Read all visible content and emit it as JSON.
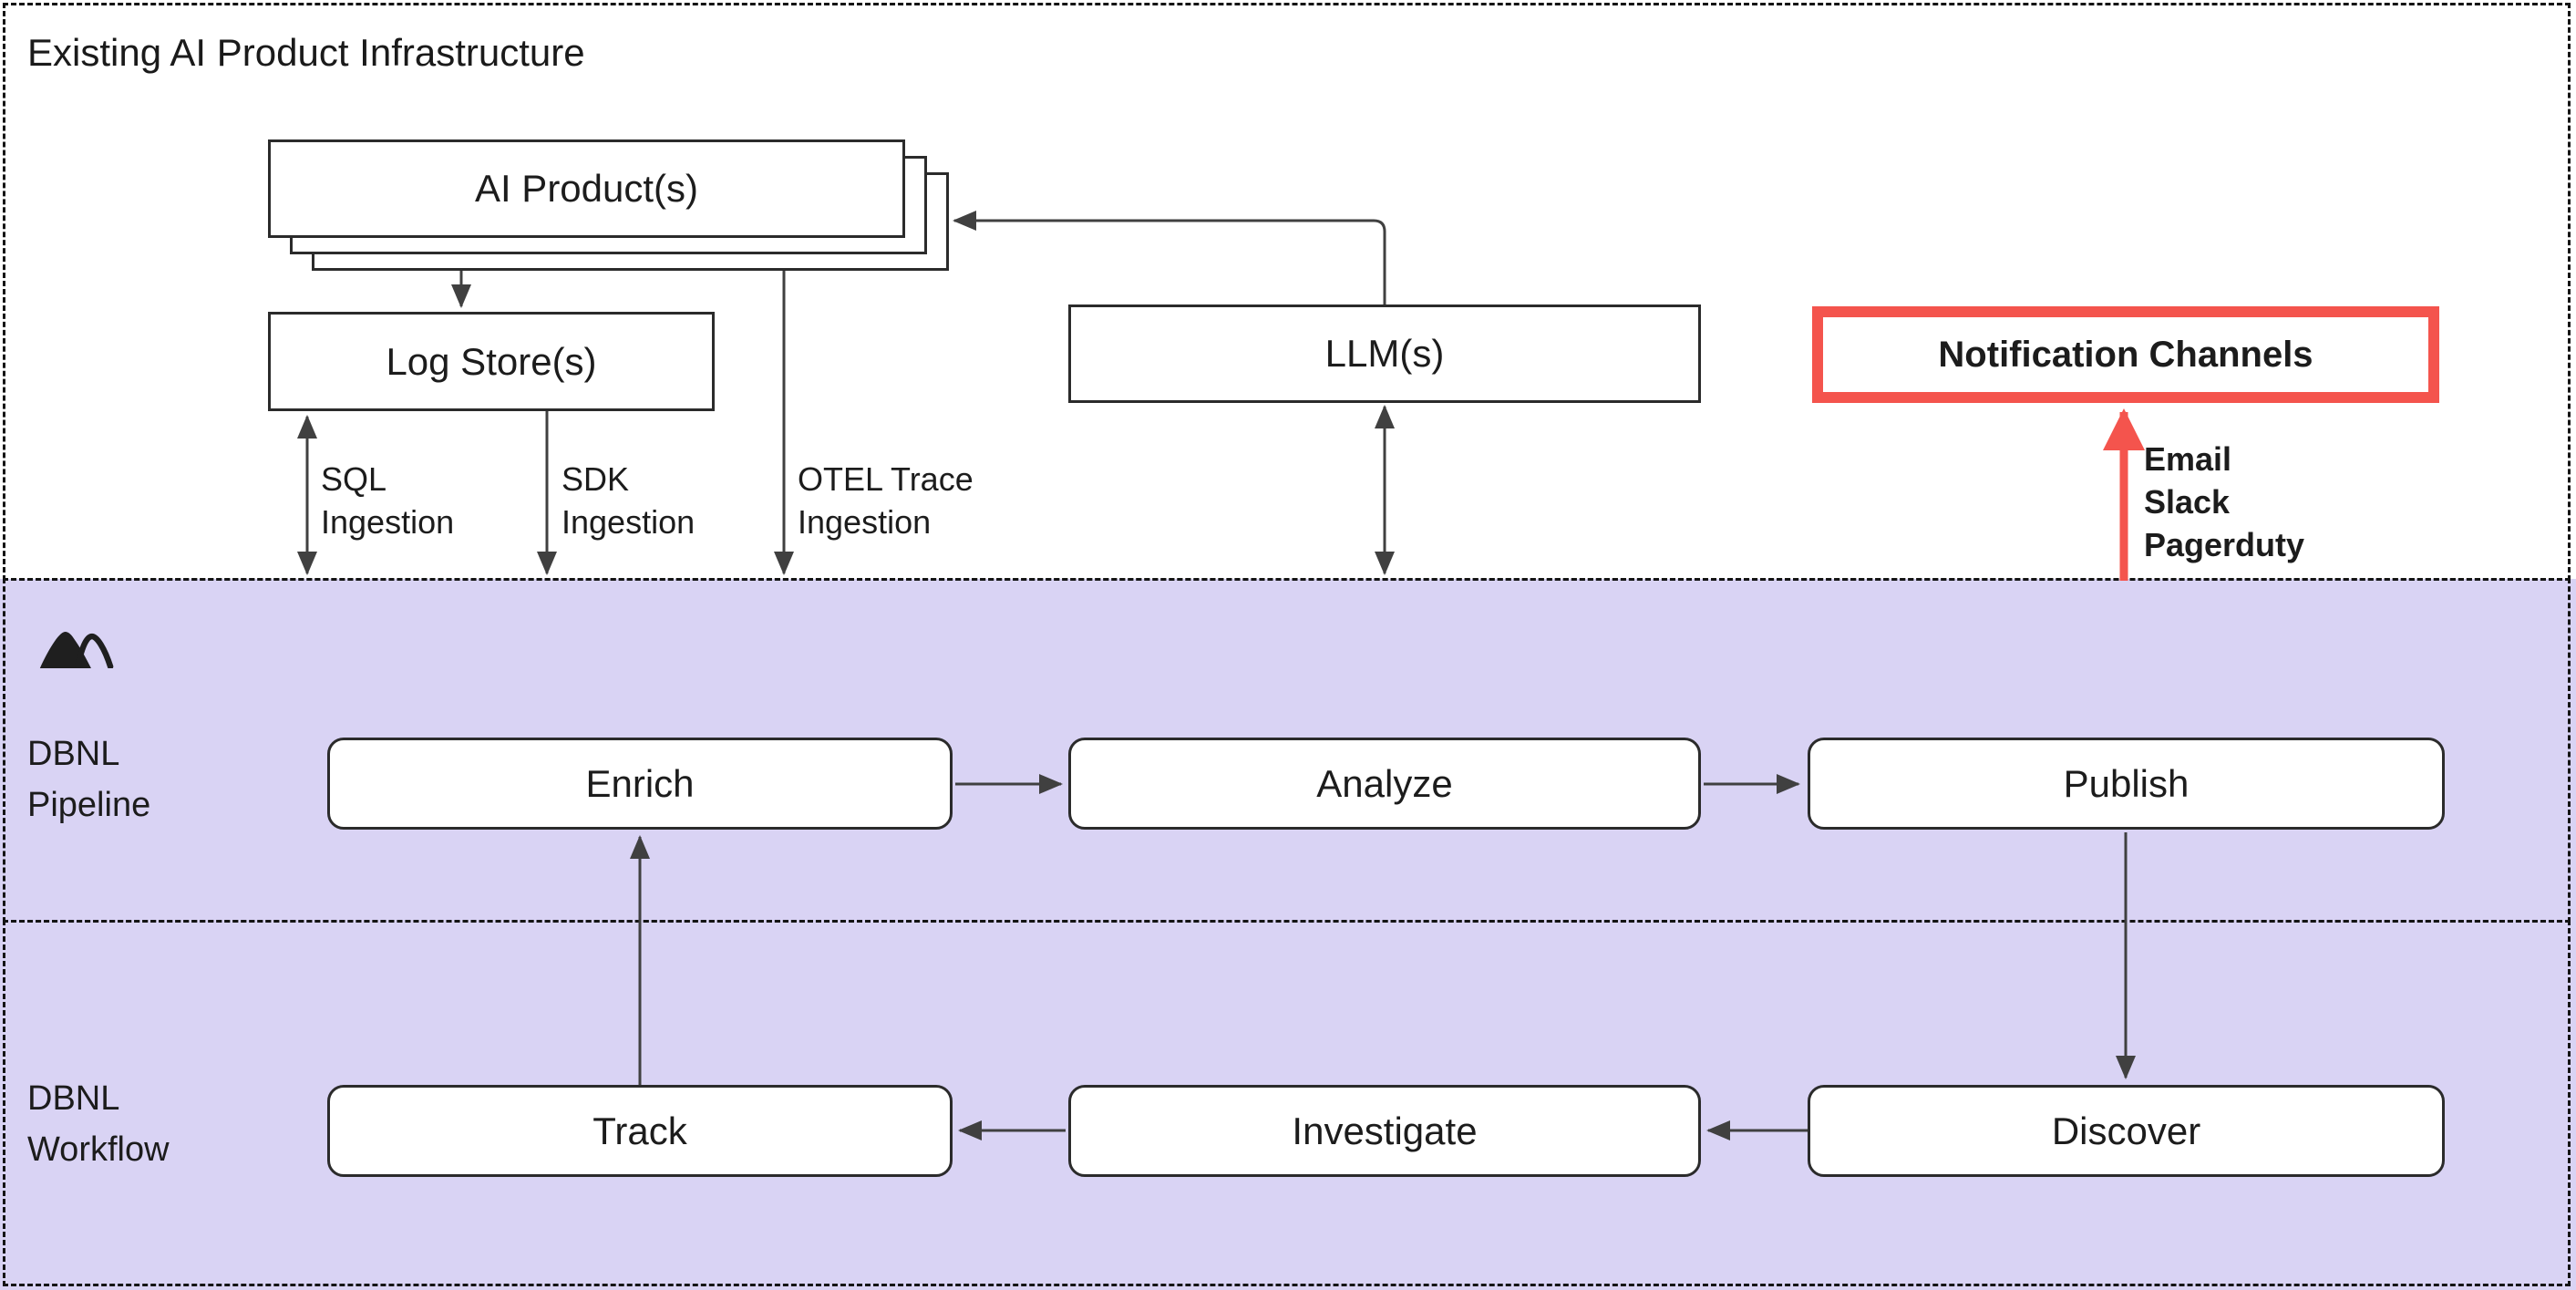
{
  "theme": {
    "region_fill": "#D9D3F4",
    "accent_red": "#F4544D",
    "line_color": "#404040",
    "node_border": "#2b2b2b",
    "section_border": "#141414",
    "text_color": "#1c1c1c"
  },
  "infra": {
    "title": "Existing AI Product Infrastructure",
    "nodes": {
      "ai_products": "AI Product(s)",
      "log_stores": "Log Store(s)",
      "llms": "LLM(s)",
      "notification_channels": "Notification Channels"
    },
    "edge_labels": {
      "sql": "SQL\nIngestion",
      "sdk": "SDK\nIngestion",
      "otel": "OTEL Trace\nIngestion",
      "notification_targets": "Email\nSlack\nPagerduty"
    }
  },
  "pipeline": {
    "label": "DBNL\nPipeline",
    "nodes": {
      "enrich": "Enrich",
      "analyze": "Analyze",
      "publish": "Publish"
    }
  },
  "workflow": {
    "label": "DBNL\nWorkflow",
    "nodes": {
      "track": "Track",
      "investigate": "Investigate",
      "discover": "Discover"
    }
  }
}
